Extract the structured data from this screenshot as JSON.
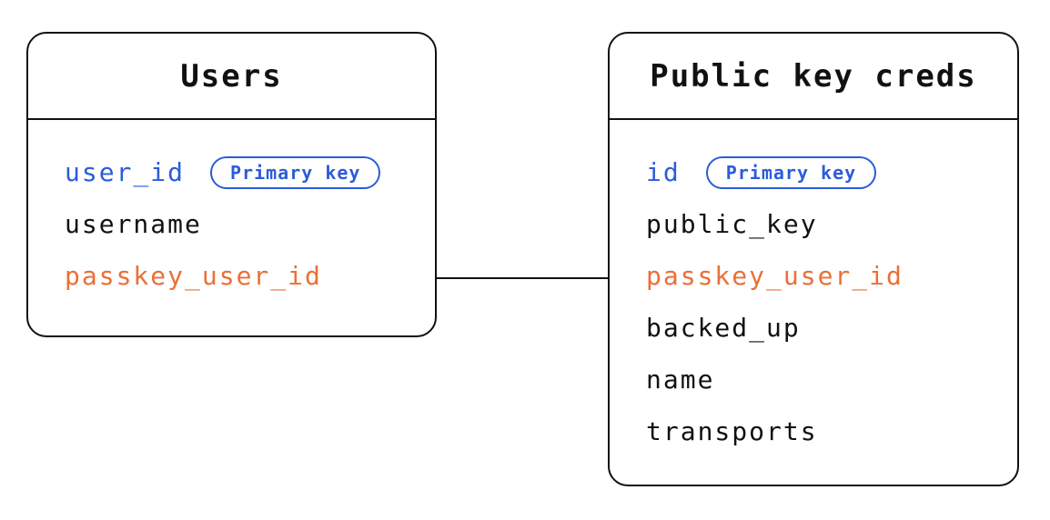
{
  "diagram": {
    "colors": {
      "accent_blue": "#2b5cdb",
      "accent_orange": "#eb6f36",
      "stroke": "#111111",
      "background": "#ffffff"
    },
    "tables": [
      {
        "title": "Users",
        "fields": [
          {
            "name": "user_id",
            "color": "blue",
            "badge": "Primary key"
          },
          {
            "name": "username",
            "color": "black",
            "badge": null
          },
          {
            "name": "passkey_user_id",
            "color": "orange",
            "badge": null
          }
        ]
      },
      {
        "title": "Public key creds",
        "fields": [
          {
            "name": "id",
            "color": "blue",
            "badge": "Primary key"
          },
          {
            "name": "public_key",
            "color": "black",
            "badge": null
          },
          {
            "name": "passkey_user_id",
            "color": "orange",
            "badge": null
          },
          {
            "name": "backed_up",
            "color": "black",
            "badge": null
          },
          {
            "name": "name",
            "color": "black",
            "badge": null
          },
          {
            "name": "transports",
            "color": "black",
            "badge": null
          }
        ]
      }
    ],
    "relationship": {
      "from": "Users.passkey_user_id",
      "to": "Public key creds.passkey_user_id"
    }
  }
}
